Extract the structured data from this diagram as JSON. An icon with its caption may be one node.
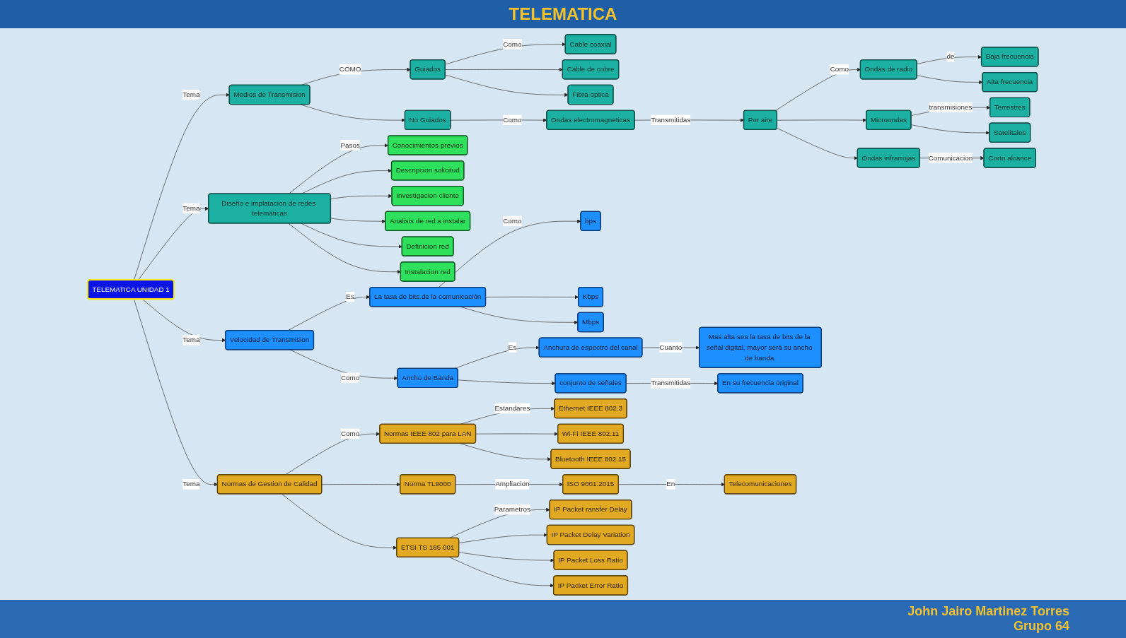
{
  "diagram": {
    "title": "TELEMATICA",
    "nodes": [
      {
        "text": [
          "TELEMATICA UNIDAD 1"
        ]
      },
      {
        "text": [
          "Medios de Transmision"
        ]
      },
      {
        "text": [
          "Guiados"
        ]
      },
      {
        "text": [
          "No Guiados"
        ]
      },
      {
        "text": [
          "Cable coaxial"
        ]
      },
      {
        "text": [
          "Cable de cobre"
        ]
      },
      {
        "text": [
          "Fibra optica"
        ]
      },
      {
        "text": [
          "Ondas electromagneticas"
        ]
      },
      {
        "text": [
          "Por aire"
        ]
      },
      {
        "text": [
          "Ondas de radio"
        ]
      },
      {
        "text": [
          "Baja frecuencia"
        ]
      },
      {
        "text": [
          "Alta frecuencia"
        ]
      },
      {
        "text": [
          "Microondas"
        ]
      },
      {
        "text": [
          "Terrestres"
        ]
      },
      {
        "text": [
          "Satelitales"
        ]
      },
      {
        "text": [
          "Ondas infrarrojas"
        ]
      },
      {
        "text": [
          "Corto alcance"
        ]
      },
      {
        "text": [
          "Diseño e implatacion de redes telemáticas"
        ]
      },
      {
        "text": [
          "Conocimientos previos"
        ]
      },
      {
        "text": [
          "Descripcion solicitud"
        ]
      },
      {
        "text": [
          "Investigacion cliente"
        ]
      },
      {
        "text": [
          "Analisis de red a instalar"
        ]
      },
      {
        "text": [
          "Definicion red"
        ]
      },
      {
        "text": [
          "Instalacion red"
        ]
      },
      {
        "text": [
          "Velocidad de Transmision"
        ]
      },
      {
        "text": [
          "La tasa de bits de la comunicación"
        ]
      },
      {
        "text": [
          "bps"
        ]
      },
      {
        "text": [
          "Kbps"
        ]
      },
      {
        "text": [
          "Mbps"
        ]
      },
      {
        "text": [
          "Ancho de Banda"
        ]
      },
      {
        "text": [
          "Anchura de espectro del canal"
        ]
      },
      {
        "text": [
          "Mas alta sea la tasa de bits de la señal digital, mayor será su ancho de banda."
        ]
      },
      {
        "text": [
          "conjunto de señales"
        ]
      },
      {
        "text": [
          "En su frecuencia original"
        ]
      },
      {
        "text": [
          "Normas de Gestion de Calidad"
        ]
      },
      {
        "text": [
          "Normas IEEE 802 para LAN"
        ]
      },
      {
        "text": [
          "Ethernet IEEE 802.3"
        ]
      },
      {
        "text": [
          "Wi-Fi IEEE 802.11"
        ]
      },
      {
        "text": [
          "Bluetooth IEEE 802.15"
        ]
      },
      {
        "text": [
          "Norma TL9000"
        ]
      },
      {
        "text": [
          "ISO 9001:2015"
        ]
      },
      {
        "text": [
          "Telecomunicaciones"
        ]
      },
      {
        "text": [
          "ETSI TS 185 001"
        ]
      },
      {
        "text": [
          "IP Packet ransfer Delay"
        ]
      },
      {
        "text": [
          "IP Packet Delay Variation"
        ]
      },
      {
        "text": [
          "IP Packet Loss Ratio"
        ]
      },
      {
        "text": [
          "IP Packet Error Ratio"
        ]
      }
    ],
    "edges": [
      {
        "from": 0,
        "to": 1,
        "arrow": "to",
        "label": "Tema"
      },
      {
        "from": 1,
        "to": 2,
        "arrow": "to",
        "label": "COMO"
      },
      {
        "from": 1,
        "to": 3,
        "arrow": "to"
      },
      {
        "from": 2,
        "to": 4,
        "arrow": "to",
        "label": "Como"
      },
      {
        "from": 2,
        "to": 5,
        "arrow": "to"
      },
      {
        "from": 2,
        "to": 6,
        "arrow": "to"
      },
      {
        "from": 3,
        "to": 7,
        "arrow": "to",
        "label": "Como"
      },
      {
        "from": 7,
        "to": 8,
        "arrow": "to",
        "label": "Transmitidas"
      },
      {
        "from": 8,
        "to": 9,
        "arrow": "to",
        "label": "Como"
      },
      {
        "from": 8,
        "to": 12,
        "arrow": "to"
      },
      {
        "from": 8,
        "to": 15,
        "arrow": "to"
      },
      {
        "from": 9,
        "to": 10,
        "arrow": "to",
        "label": "de"
      },
      {
        "from": 9,
        "to": 11,
        "arrow": "to"
      },
      {
        "from": 12,
        "to": 13,
        "arrow": "to",
        "label": "transmisiones"
      },
      {
        "from": 12,
        "to": 14,
        "arrow": "to"
      },
      {
        "from": 15,
        "to": 16,
        "arrow": "to",
        "label": "Comunicacion"
      },
      {
        "from": 0,
        "to": 17,
        "arrow": "to",
        "label": "Tema"
      },
      {
        "from": 17,
        "to": 18,
        "arrow": "to",
        "label": "Pasos"
      },
      {
        "from": 17,
        "to": 19,
        "arrow": "to"
      },
      {
        "from": 17,
        "to": 20,
        "arrow": "to"
      },
      {
        "from": 17,
        "to": 21,
        "arrow": "to"
      },
      {
        "from": 17,
        "to": 22,
        "arrow": "to"
      },
      {
        "from": 17,
        "to": 23,
        "arrow": "to"
      },
      {
        "from": 0,
        "to": 24,
        "arrow": "to",
        "label": "Tema"
      },
      {
        "from": 24,
        "to": 25,
        "arrow": "to",
        "label": "Es"
      },
      {
        "from": 25,
        "to": 26,
        "arrow": "to",
        "label": "Como"
      },
      {
        "from": 25,
        "to": 27,
        "arrow": "to"
      },
      {
        "from": 25,
        "to": 28,
        "arrow": "to"
      },
      {
        "from": 24,
        "to": 29,
        "arrow": "to",
        "label": "Como"
      },
      {
        "from": 29,
        "to": 30,
        "arrow": "to",
        "label": "Es"
      },
      {
        "from": 29,
        "to": 32,
        "arrow": "to"
      },
      {
        "from": 30,
        "to": 31,
        "arrow": "to",
        "label": "Cuanto"
      },
      {
        "from": 32,
        "to": 33,
        "arrow": "to",
        "label": "Transmitidas"
      },
      {
        "from": 0,
        "to": 34,
        "arrow": "to",
        "label": "Tema"
      },
      {
        "from": 34,
        "to": 35,
        "arrow": "to",
        "label": "Como"
      },
      {
        "from": 34,
        "to": 39,
        "arrow": "to"
      },
      {
        "from": 34,
        "to": 42,
        "arrow": "to"
      },
      {
        "from": 35,
        "to": 36,
        "arrow": "to",
        "label": "Estandares"
      },
      {
        "from": 35,
        "to": 37,
        "arrow": "to"
      },
      {
        "from": 35,
        "to": 38,
        "arrow": "to"
      },
      {
        "from": 39,
        "to": 40,
        "arrow": "to",
        "label": "Ampliacion"
      },
      {
        "from": 40,
        "to": 41,
        "arrow": "to",
        "label": "En"
      },
      {
        "from": 42,
        "to": 43,
        "arrow": "to",
        "label": "Parametros"
      },
      {
        "from": 42,
        "to": 44,
        "arrow": "to"
      },
      {
        "from": 42,
        "to": 45,
        "arrow": "to"
      },
      {
        "from": 42,
        "to": 46,
        "arrow": "to"
      }
    ],
    "labels": [
      "John Jairo Martinez Torres",
      "Grupo 64"
    ]
  }
}
